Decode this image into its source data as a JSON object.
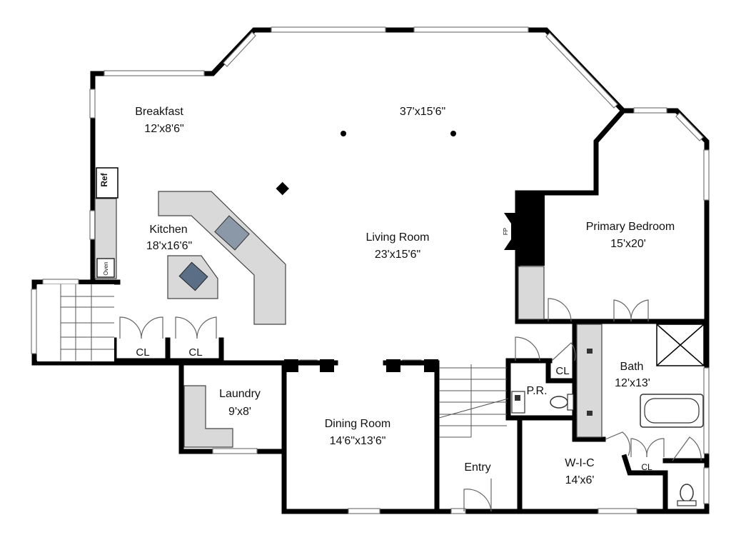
{
  "rooms": {
    "breakfast": {
      "name": "Breakfast",
      "dim": "12'x8'6\""
    },
    "great_room": {
      "dim": "37'x15'6\""
    },
    "kitchen": {
      "name": "Kitchen",
      "dim": "18'x16'6\""
    },
    "living": {
      "name": "Living Room",
      "dim": "23'x15'6\""
    },
    "primary_bedroom": {
      "name": "Primary Bedroom",
      "dim": "15'x20'"
    },
    "bath": {
      "name": "Bath",
      "dim": "12'x13'"
    },
    "laundry": {
      "name": "Laundry",
      "dim": "9'x8'"
    },
    "dining": {
      "name": "Dining Room",
      "dim": "14'6\"x13'6\""
    },
    "entry": {
      "name": "Entry"
    },
    "powder": {
      "name": "P.R."
    },
    "wic": {
      "name": "W-I-C",
      "dim": "14'x6'"
    }
  },
  "labels": {
    "closet": "CL",
    "ref": "Ref",
    "oven": "Oven",
    "fireplace": "FP"
  },
  "colors": {
    "wall": "#000000",
    "counter": "#d9d9d9",
    "background": "#ffffff"
  }
}
